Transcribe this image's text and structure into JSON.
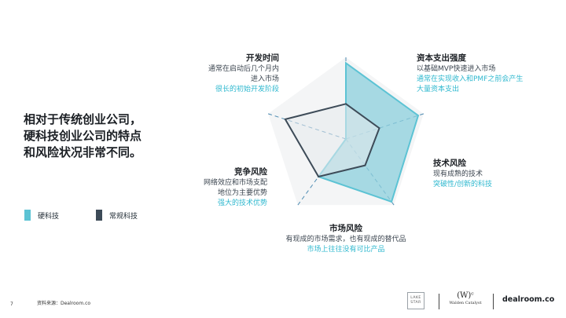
{
  "headline": "相对于传统创业公司，\n硬科技创业公司的特点\n和风险状况非常不同。",
  "colors": {
    "hard_tech": "#5cc3d4",
    "hard_tech_fill": "#8ccfdc",
    "conventional": "#3d4b58",
    "conventional_fill": "#e6e9ec",
    "accent_text": "#2fb8cf",
    "axis": "#4f8db3"
  },
  "legend": {
    "hard_tech": "硬科技",
    "conventional": "常规科技"
  },
  "callouts": {
    "dev_time": {
      "title": "开发时间",
      "lines": [
        "通常在启动后几个月内",
        "进入市场"
      ],
      "highlight": "很长的初始开发阶段"
    },
    "capital": {
      "title": "资本支出强度",
      "lines": [
        "以基础MVP快速进入市场"
      ],
      "highlight": "通常在实现收入和PMF之前会产生\n大量资本支出"
    },
    "tech_risk": {
      "title": "技术风险",
      "lines": [
        "现有成熟的技术"
      ],
      "highlight": "突破性/创新的科技"
    },
    "market_risk": {
      "title": "市场风险",
      "lines": [
        "有现成的市场需求，也有现成的替代品"
      ],
      "highlight": "市场上往往没有可比产品"
    },
    "competition": {
      "title": "竞争风险",
      "lines": [
        "网络效应和市场支配",
        "地位为主要优势"
      ],
      "highlight": "强大的技术优势"
    }
  },
  "chart_data": {
    "type": "radar",
    "axes": [
      "开发时间",
      "资本支出强度",
      "技术风险",
      "市场风险",
      "竞争风险"
    ],
    "scale_max": 1.0,
    "series": [
      {
        "name": "硬科技",
        "values": [
          0.93,
          0.93,
          0.95,
          0.57,
          0.0
        ]
      },
      {
        "name": "常规科技",
        "values": [
          0.43,
          0.43,
          0.4,
          0.57,
          0.78
        ]
      }
    ]
  },
  "footer": {
    "page": "7",
    "source": "资料来源：Dealroom.co",
    "logo_lake": "LAKE\nSTAR",
    "logo_wc_mark": "(W)ᶜ",
    "logo_wc_name": "Walden Catalyst",
    "logo_dealroom": "dealroom.co"
  }
}
